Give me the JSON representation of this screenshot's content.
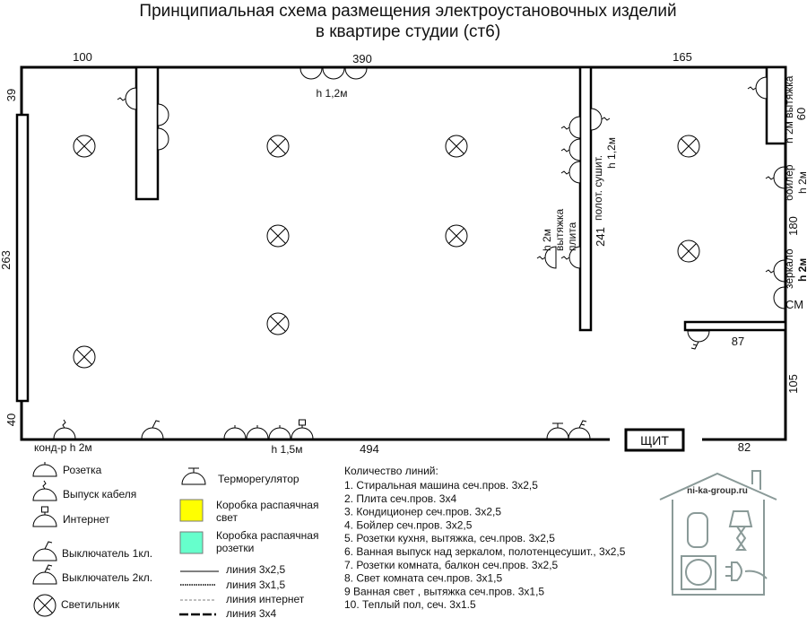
{
  "title": {
    "line1": "Принципиальная схема размещения электроустановочных изделий",
    "line2": "в квартире студии (ст6)"
  },
  "dimensions": {
    "top_left": "100",
    "top_mid": "390",
    "top_right": "165",
    "left_top": "39",
    "left_mid": "263",
    "left_bottom": "40",
    "bottom_mid": "494",
    "bottom_right": "82",
    "right_60": "60",
    "right_180": "180",
    "right_105": "105",
    "column_241": "241",
    "partition_87": "87"
  },
  "labels": {
    "top_h": "h 1,2м",
    "bottom_h": "h 1,5м",
    "cond": "конд-р h 2м",
    "towel_1": "полот. сушит.",
    "towel_2": "h 1,2м",
    "stove_1": "h 2м",
    "stove_2": "вытяжка",
    "stove_3": "плита",
    "hood_1": "h 2м вытяжка",
    "boiler_1": "бойлер",
    "boiler_2": "h 2м",
    "mirror_1": "зеркало",
    "mirror_2": "h 2м",
    "wm": "СМ",
    "panel": "ЩИТ"
  },
  "legend": {
    "socket": "Розетка",
    "cable": "Выпуск кабеля",
    "internet": "Интернет",
    "switch1": "Выключатель 1кл.",
    "switch2": "Выключатель 2кл.",
    "light": "Светильник",
    "thermo": "Терморегулятор",
    "box_light_1": "Коробка распаячная",
    "box_light_2": "свет",
    "box_socket_1": "Коробка распаячная",
    "box_socket_2": "розетки",
    "line_25": "линия 3х2,5",
    "line_15": "линия 3х1,5",
    "line_net": "линия интернет",
    "line_4": "линия 3х4",
    "colors": {
      "box_light": "#ffff00",
      "box_socket": "#66ffcc"
    }
  },
  "lines_list": {
    "heading": "Количество линий:",
    "items": [
      "1. Стиральная машина сеч.пров. 3х2,5",
      "2. Плита сеч.пров. 3х4",
      "3. Кондиционер сеч.пров. 3х2,5",
      "4. Бойлер сеч.пров. 3х2,5",
      "5. Розетки кухня, вытяжка, сеч.пров. 3х2,5",
      "6. Ванная выпуск над зеркалом, полотенцесушит., 3х2,5",
      "7. Розетки комната, балкон сеч.пров. 3х2,5",
      "8. Свет комната сеч.пров. 3х1,5",
      "9 Ванная свет , вытяжка сеч.пров. 3х1,5",
      "10. Теплый пол, сеч. 3х1.5"
    ]
  },
  "logo": {
    "text": "ni-ka-group.ru",
    "color": "#8a9a98"
  }
}
